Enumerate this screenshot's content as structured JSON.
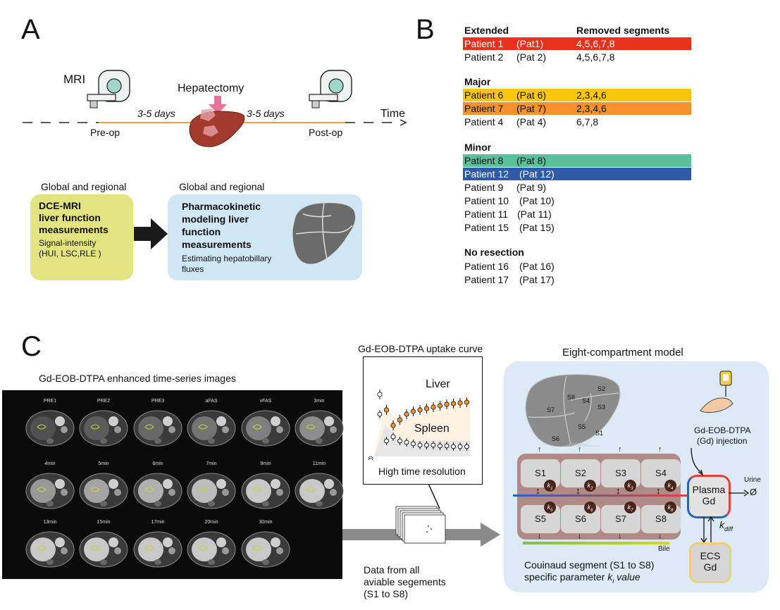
{
  "panel_a": {
    "letter": "A",
    "mri_label": "MRI",
    "hepatectomy_label": "Hepatectomy",
    "time_label": "Time",
    "interval_left": "3-5 days",
    "interval_right": "3-5 days",
    "preop_label": "Pre-op",
    "postop_label": "Post-op",
    "left_box": {
      "caption": "Global and regional",
      "title_line1": "DCE-MRI",
      "title_line2": "liver function",
      "title_line3": "measurements",
      "sub_line1": "Signal-intensity",
      "sub_line2": "(HUI, LSC,RLE )"
    },
    "right_box": {
      "caption": "Global and regional",
      "title_line1": "Pharmacokinetic",
      "title_line2": "modeling liver",
      "title_line3": "function",
      "title_line4": "measurements",
      "sub_line1": "Estimating hepatobillary",
      "sub_line2": "fluxes"
    },
    "colors": {
      "timeline": "#f0a23a",
      "left_box": "#e3e37f",
      "right_box": "#cfe6f5",
      "liver": "#a23a2e",
      "arrow": "#e8739a"
    }
  },
  "panel_b": {
    "letter": "B",
    "col_header_group": "Extended",
    "col_header_segments": "Removed segments",
    "groups": [
      {
        "heading": "",
        "rows": [
          {
            "name": "Patient 1",
            "pat": "(Pat1)",
            "segments": "4,5,6,7,8",
            "color": "#e8321e",
            "text_color": "#ffffff"
          },
          {
            "name": "Patient 2",
            "pat": "(Pat 2)",
            "segments": "4,5,6,7,8",
            "color": "",
            "text_color": "#111111"
          }
        ]
      },
      {
        "heading": "Major",
        "rows": [
          {
            "name": "Patient 6",
            "pat": "(Pat 6)",
            "segments": "2,3,4,6",
            "color": "#fcc70b",
            "text_color": "#111111"
          },
          {
            "name": "Patient 7",
            "pat": "(Pat 7)",
            "segments": "2,3,4,6",
            "color": "#f3922e",
            "text_color": "#111111"
          },
          {
            "name": "Patient 4",
            "pat": "(Pat 4)",
            "segments": "6,7,8",
            "color": "",
            "text_color": "#111111"
          }
        ]
      },
      {
        "heading": "Minor",
        "rows": [
          {
            "name": "Patient 8",
            "pat": "(Pat 8)",
            "segments": "",
            "color": "#5abf9b",
            "text_color": "#111111"
          },
          {
            "name": "Patient 12",
            "pat": "(Pat 12)",
            "segments": "",
            "color": "#2f5aa8",
            "text_color": "#ffffff"
          },
          {
            "name": "Patient 9",
            "pat": "(Pat 9)",
            "segments": "",
            "color": "",
            "text_color": "#111111"
          },
          {
            "name": "Patient 10",
            "pat": "(Pat 10)",
            "segments": "",
            "color": "",
            "text_color": "#111111"
          },
          {
            "name": "Patient 11",
            "pat": "(Pat 11)",
            "segments": "",
            "color": "",
            "text_color": "#111111"
          },
          {
            "name": "Patient 15",
            "pat": "(Pat 15)",
            "segments": "",
            "color": "",
            "text_color": "#111111"
          }
        ]
      },
      {
        "heading": "No resection",
        "rows": [
          {
            "name": "Patient 16",
            "pat": "(Pat 16)",
            "segments": "",
            "color": "",
            "text_color": "#111111"
          },
          {
            "name": "Patient 17",
            "pat": "(Pat 17)",
            "segments": "",
            "color": "",
            "text_color": "#111111"
          }
        ]
      }
    ]
  },
  "panel_c": {
    "letter": "C",
    "timeseries_title": "Gd-EOB-DTPA enhanced time-series images",
    "timepoints": [
      "PRE1",
      "PRE2",
      "PRE3",
      "aFAS",
      "vFAS",
      "3min",
      "4min",
      "5min",
      "6min",
      "7min",
      "9min",
      "11min",
      "13min",
      "15min",
      "17min",
      "20min",
      "30min"
    ],
    "uptake_title": "Gd-EOB-DTPA uptake curve",
    "liver_label": "Liver",
    "spleen_label": "Spleen",
    "resolution_label": "High time resolution",
    "data_from_line1": "Data from all",
    "data_from_line2": "aviable segements",
    "data_from_line3": "(S1 to S8)",
    "model_title": "Eight-compartment model",
    "liver_segments": [
      "S1",
      "S2",
      "S3",
      "S4",
      "S5",
      "S6",
      "S7",
      "S8"
    ],
    "upper_segments": [
      "S1",
      "S2",
      "S3",
      "S4"
    ],
    "lower_segments": [
      "S5",
      "S6",
      "S7",
      "S8"
    ],
    "k_upper": [
      "k1",
      "k2",
      "k3",
      "k4"
    ],
    "k_lower": [
      "k5",
      "k6",
      "k7",
      "k8"
    ],
    "injection_line1": "Gd-EOB-DTPA",
    "injection_line2": "(Gd) injection",
    "urine_label": "Urine",
    "urine_symbol": "Ø",
    "plasma_line1": "Plasma",
    "plasma_line2": "Gd",
    "kdiff_label": "k",
    "kdiff_sub": "diff",
    "ecs_line1": "ECS",
    "ecs_line2": "Gd",
    "bile_label": "Bile",
    "couinaud_line1": "Couinaud segment (S1 to S8)",
    "couinaud_line2_prefix": "specific parameter ",
    "couinaud_k": "k",
    "couinaud_k_sub": "i",
    "couinaud_line2_suffix": " value",
    "colors": {
      "model_bg": "#dbeaf6",
      "compartment_bg": "#b08a86",
      "plasma_border_top": "#e0433a",
      "plasma_border_bottom": "#2a63b6",
      "bile": "#b5cf2a",
      "ecs_border": "#e9d27a",
      "liver_dot": "#f3922e"
    }
  }
}
